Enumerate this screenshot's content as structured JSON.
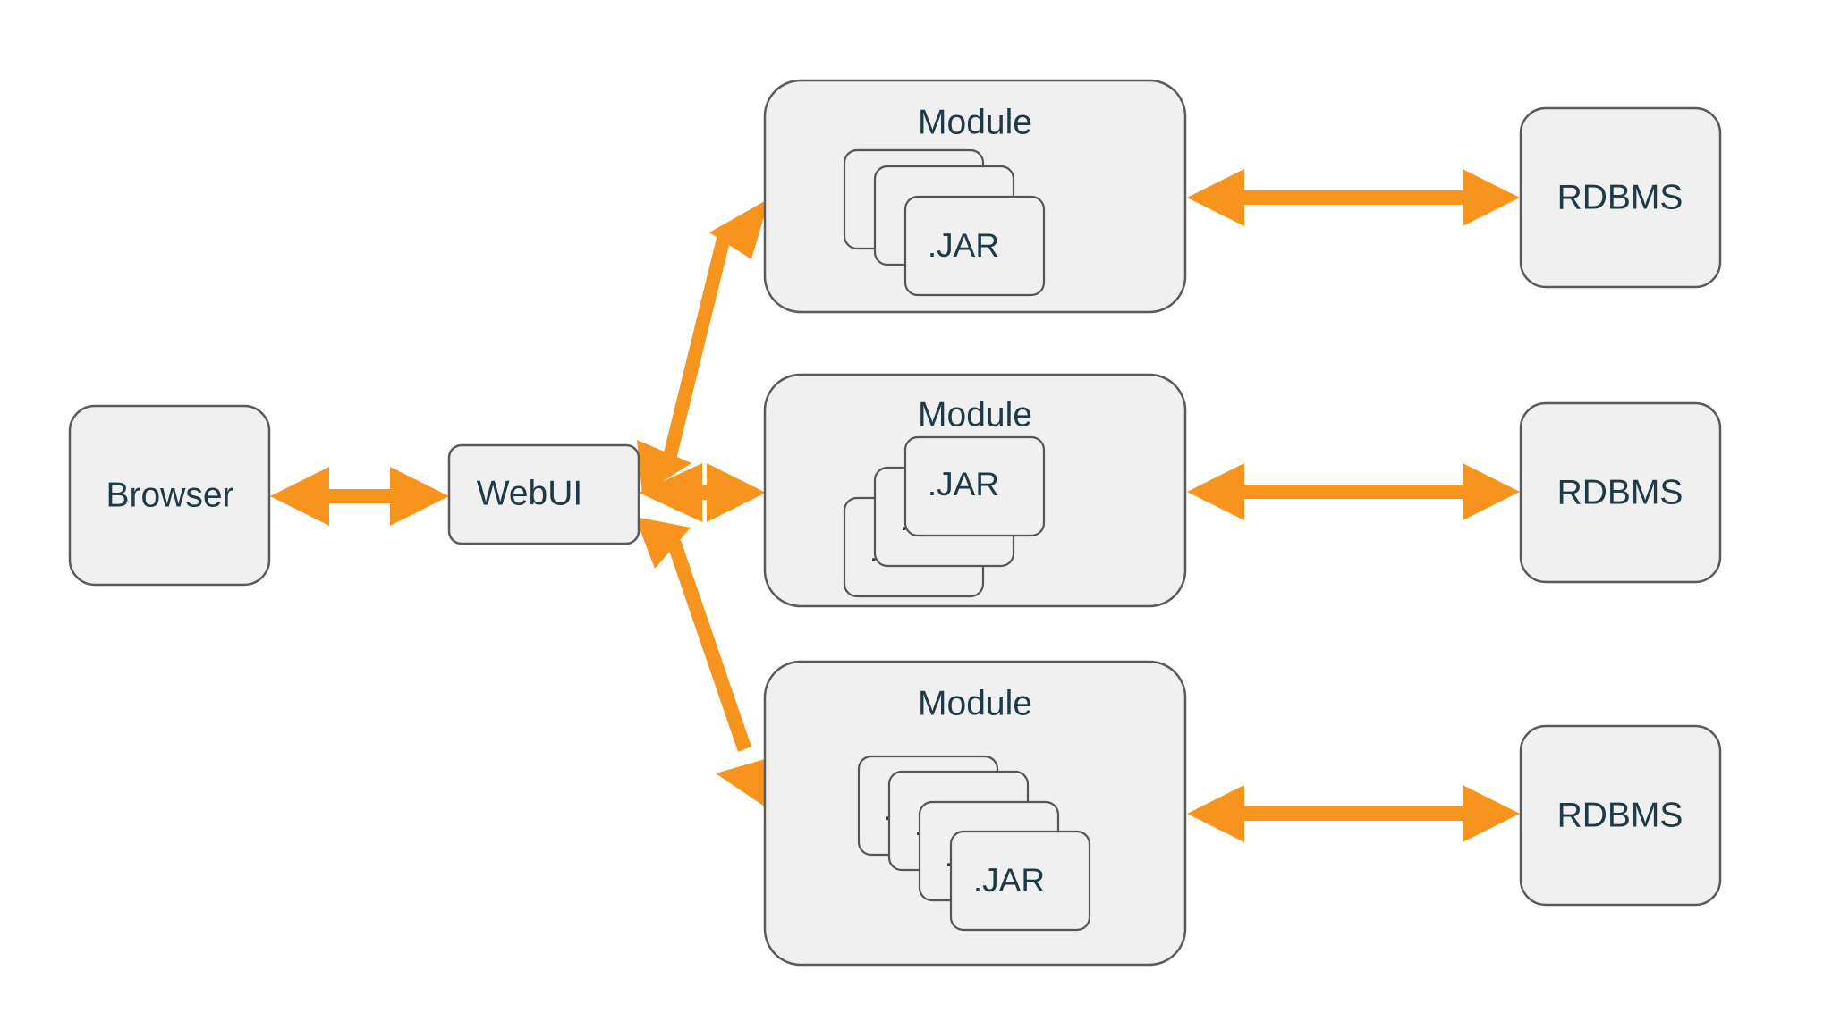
{
  "colors": {
    "arrow": "#f7941d",
    "box_fill": "#f0f0f1",
    "box_stroke": "#5a5a5a",
    "text": "#1d3a46"
  },
  "nodes": {
    "browser": "Browser",
    "webui": "WebUI",
    "modules": [
      {
        "title": "Module",
        "jar_label": ".JAR",
        "back_label": "."
      },
      {
        "title": "Module",
        "jar_label": ".JAR",
        "back_label": "."
      },
      {
        "title": "Module",
        "jar_label": ".JAR",
        "back_label": "."
      }
    ],
    "databases": [
      "RDBMS",
      "RDBMS",
      "RDBMS"
    ]
  },
  "connections": [
    {
      "from": "Browser",
      "to": "WebUI",
      "direction": "bidirectional"
    },
    {
      "from": "WebUI",
      "to": "Module",
      "direction": "bidirectional"
    },
    {
      "from": "WebUI",
      "to": "Module",
      "direction": "bidirectional"
    },
    {
      "from": "WebUI",
      "to": "Module",
      "direction": "bidirectional"
    },
    {
      "from": "Module",
      "to": "RDBMS",
      "direction": "bidirectional"
    },
    {
      "from": "Module",
      "to": "RDBMS",
      "direction": "bidirectional"
    },
    {
      "from": "Module",
      "to": "RDBMS",
      "direction": "bidirectional"
    }
  ]
}
